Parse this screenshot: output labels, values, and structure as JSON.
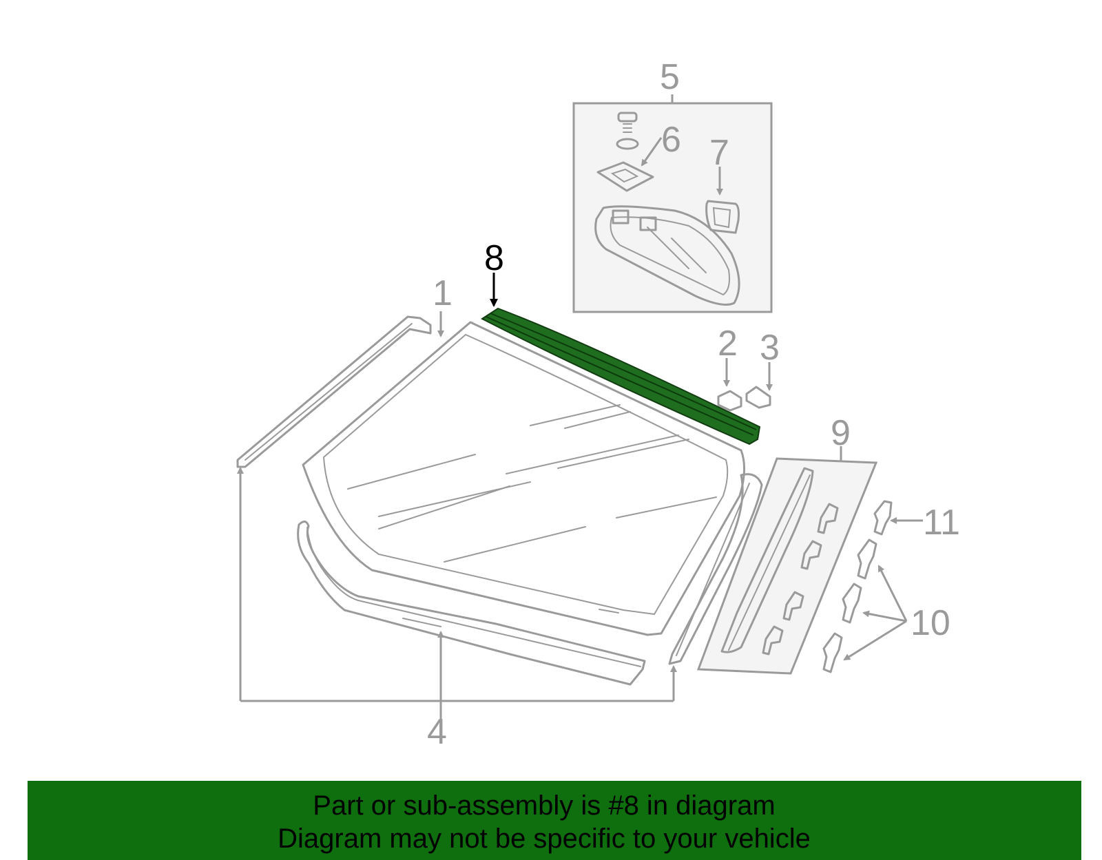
{
  "callouts": {
    "c1": "1",
    "c2": "2",
    "c3": "3",
    "c4": "4",
    "c5": "5",
    "c6": "6",
    "c7": "7",
    "c8": "8",
    "c9": "9",
    "c10": "10",
    "c11": "11"
  },
  "highlighted_part": "8",
  "colors": {
    "highlight": "#1f6e1f",
    "banner": "#0f6f0f",
    "line_art": "#9a9a9a",
    "panel_fill": "#f4f4f4"
  },
  "banner": {
    "line1": "Part or sub-assembly is #8 in diagram",
    "line2": "Diagram may not be specific to your vehicle"
  }
}
